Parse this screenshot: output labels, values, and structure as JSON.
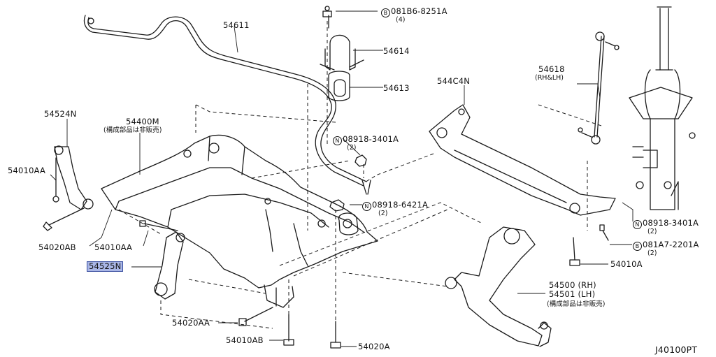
{
  "diagram_id": "J40100PT",
  "labels": {
    "p54611": "54611",
    "p081B6": "081B6-8251A",
    "p081B6_qty": "(4)",
    "p54614": "54614",
    "p54613": "54613",
    "p54524N": "54524N",
    "p54400M": "54400M",
    "p54400M_note": "(構成部品は非販売)",
    "p08918_3401A_top": "08918-3401A",
    "p08918_3401A_top_qty": "(2)",
    "p544C4N": "544C4N",
    "p54618": "54618",
    "p54618_note": "(RH&LH)",
    "p54010AA_left": "54010AA",
    "p08918_6421A": "08918-6421A",
    "p08918_6421A_qty": "(2)",
    "p54020AB": "54020AB",
    "p54010AA_mid": "54010AA",
    "p54525N": "54525N",
    "p08918_3401A_right": "08918-3401A",
    "p08918_3401A_right_qty": "(2)",
    "p081A7": "081A7-2201A",
    "p081A7_qty": "(2)",
    "p54010A": "54010A",
    "p54500": "54500 (RH)",
    "p54501": "54501 (LH)",
    "p54501_note": "(構成部品は非販売)",
    "p54020AA": "54020AA",
    "p54010AB": "54010AB",
    "p54020A": "54020A"
  },
  "callout_prefix": {
    "bolt": "B",
    "nut": "N"
  }
}
